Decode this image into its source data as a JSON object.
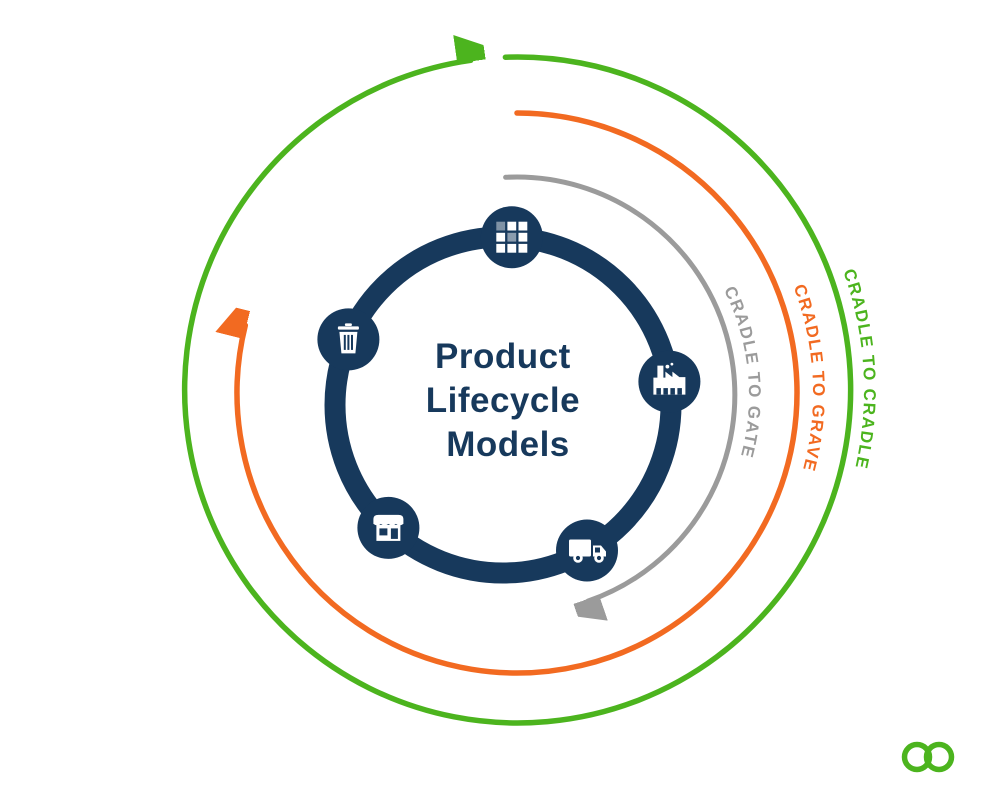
{
  "diagram": {
    "title": {
      "line1": "Product",
      "line2": "Lifecycle",
      "line3": "Models"
    },
    "rings": [
      {
        "name": "cradle-to-gate",
        "label": "CRADLE TO GATE",
        "color": "#9b9b9b"
      },
      {
        "name": "cradle-to-grave",
        "label": "CRADLE TO GRAVE",
        "color": "#f26a21"
      },
      {
        "name": "cradle-to-cradle",
        "label": "CRADLE TO CRADLE",
        "color": "#4cb41e"
      }
    ],
    "stages": [
      {
        "icon": "raw-materials-grid-icon"
      },
      {
        "icon": "factory-icon"
      },
      {
        "icon": "delivery-truck-icon"
      },
      {
        "icon": "store-icon"
      },
      {
        "icon": "trash-can-icon"
      }
    ],
    "colors": {
      "navy": "#17395c",
      "green": "#4cb41e",
      "orange": "#f26a21",
      "gray": "#9b9b9b",
      "white": "#ffffff"
    },
    "logo": {
      "icon": "infinity-loop-icon",
      "color": "#4cb41e"
    }
  }
}
